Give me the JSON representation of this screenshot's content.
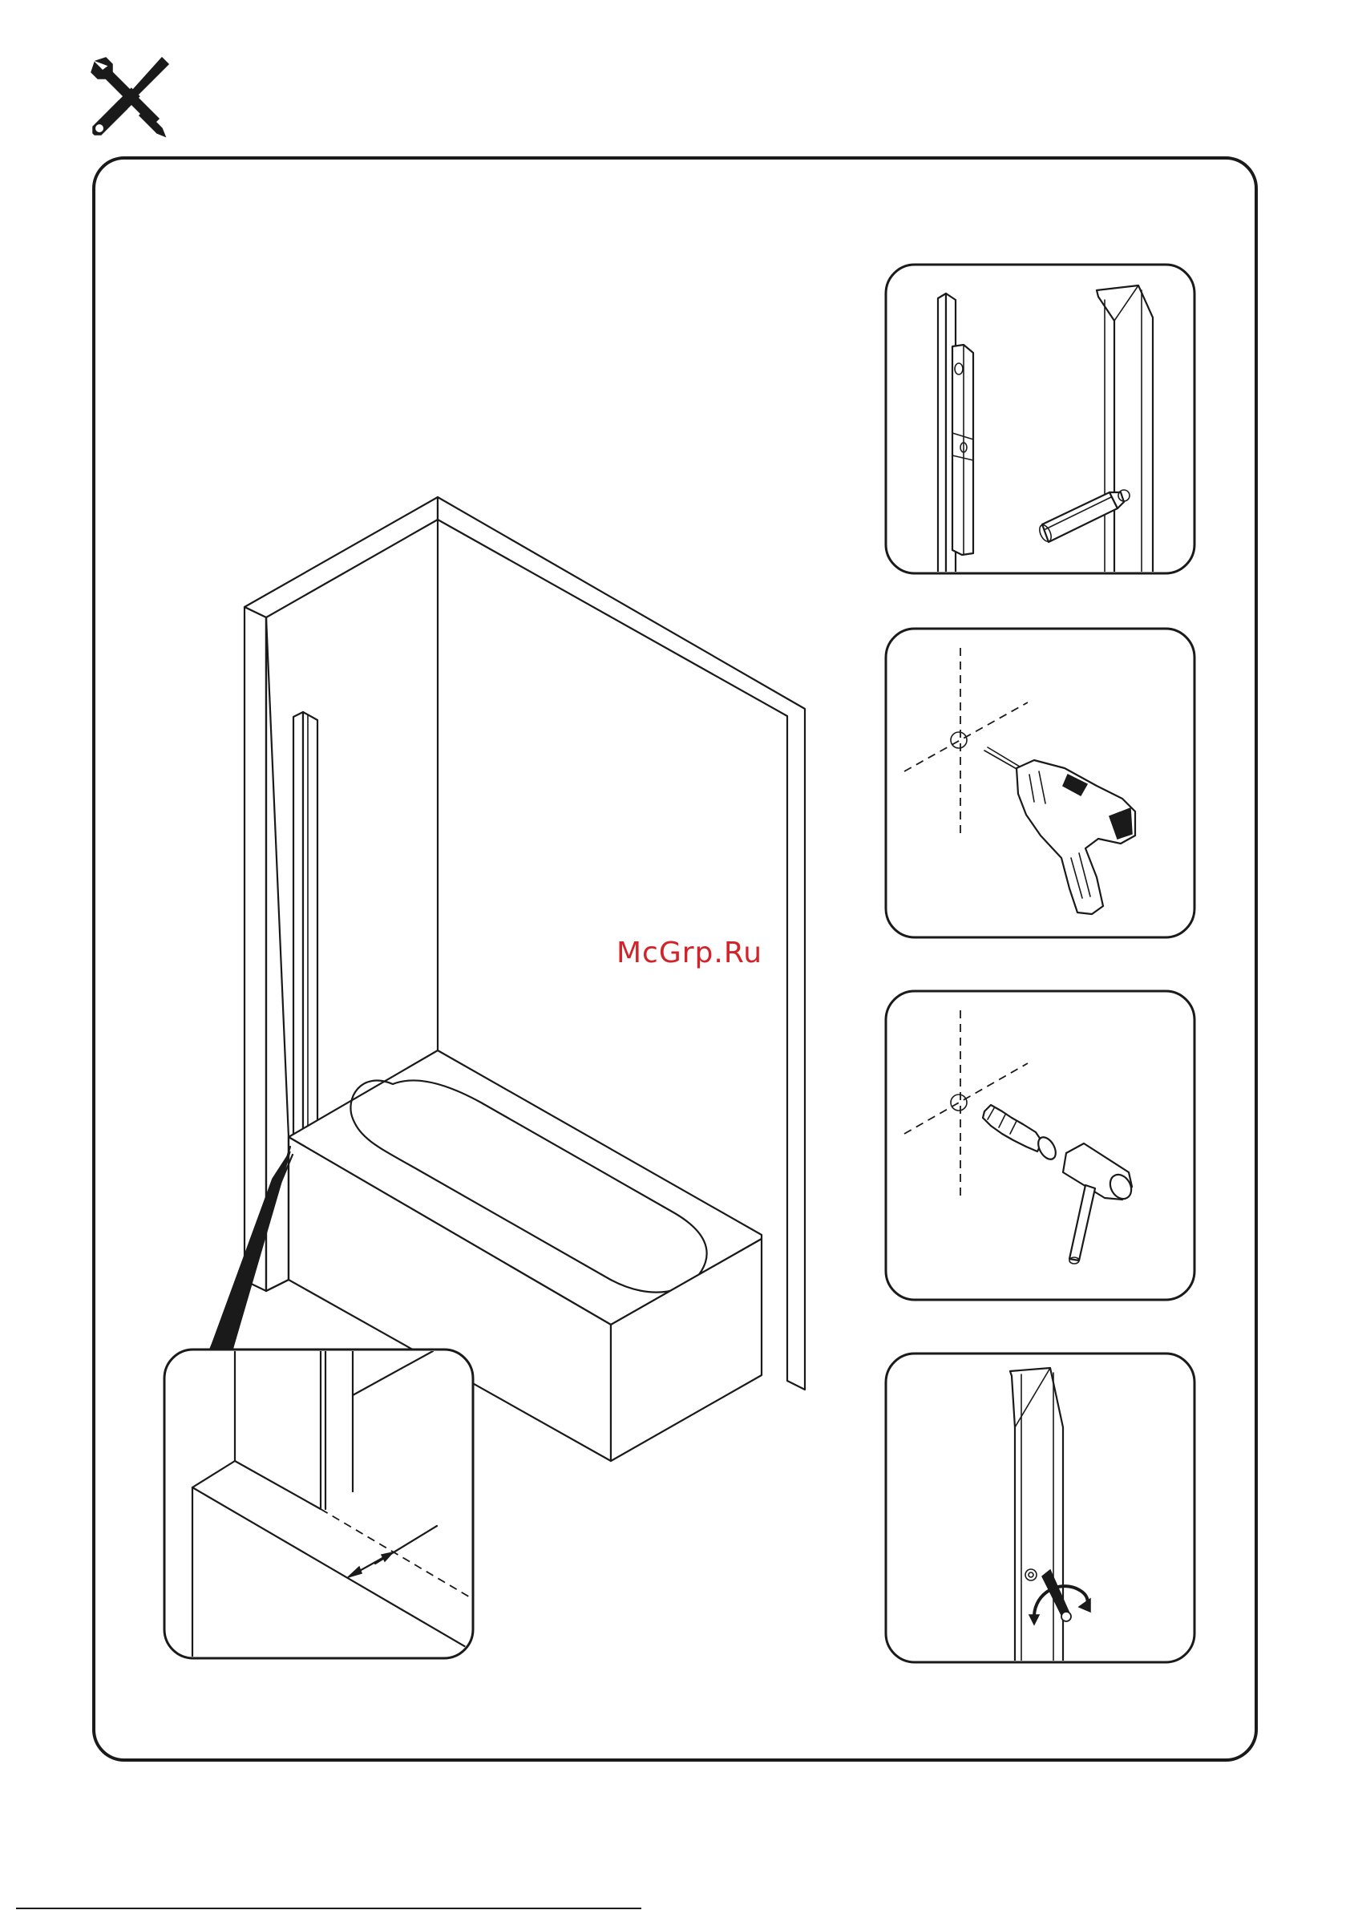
{
  "header": {
    "tools_icon": "wrench-screwdriver-icon"
  },
  "watermark": {
    "text": "McGrp.Ru",
    "color": "#d2232a"
  },
  "main_illustration": {
    "subject": "bathtub-corner"
  },
  "detail_callout": {
    "icon": "magnifier-detail"
  },
  "steps": [
    {
      "icon": "profile-mark-icon"
    },
    {
      "icon": "drill-icon"
    },
    {
      "icon": "plug-hammer-icon"
    },
    {
      "icon": "screwdriver-fix-icon"
    }
  ],
  "colors": {
    "line": "#1a1a1a",
    "background": "#ffffff",
    "accent": "#d2232a"
  }
}
